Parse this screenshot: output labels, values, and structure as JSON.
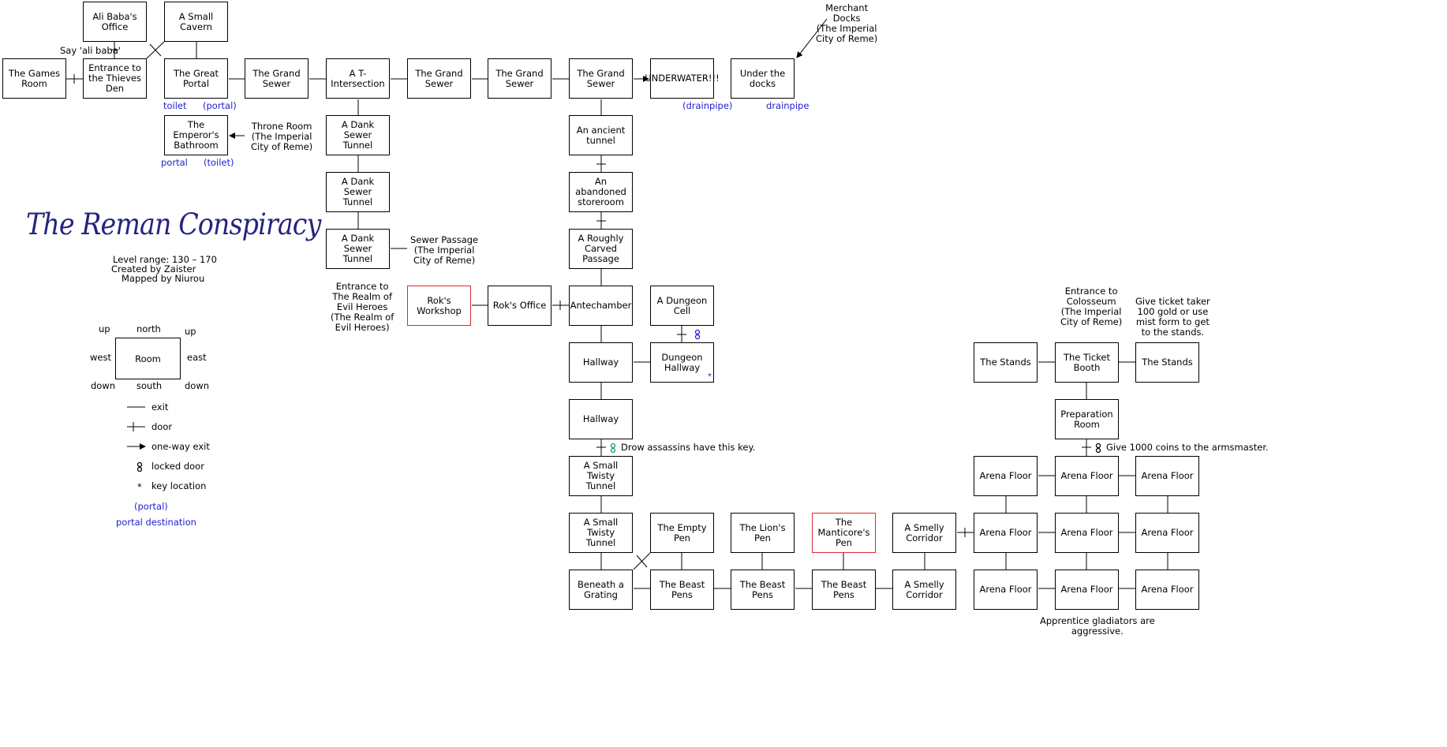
{
  "title": "The Reman Conspiracy",
  "info": {
    "level_range": "Level range: 130 – 170",
    "created_by": "Created by Zaister",
    "mapped_by": "Mapped by Niurou"
  },
  "colors": {
    "title": "#25257f",
    "portal": "#2222cc",
    "key": "#119a7a",
    "highlight": "#e0282b"
  },
  "rooms": {
    "ali_baba_office": "Ali Baba's Office",
    "small_cavern": "A Small Cavern",
    "games_room": "The Games Room",
    "thieves_den": "Entrance to the Thieves Den",
    "great_portal": "The Great Portal",
    "grand_sewer_1": "The Grand Sewer",
    "t_intersection": "A T-Intersection",
    "grand_sewer_2": "The Grand Sewer",
    "grand_sewer_3": "The Grand Sewer",
    "grand_sewer_4": "The Grand Sewer",
    "underwater": "UNDERWATER!!!",
    "under_docks": "Under the docks",
    "emperor_bathroom": "The Emperor's Bathroom",
    "dank_tunnel_1": "A Dank Sewer Tunnel",
    "dank_tunnel_2": "A Dank Sewer Tunnel",
    "dank_tunnel_3": "A Dank Sewer Tunnel",
    "ancient_tunnel": "An ancient tunnel",
    "abandoned_storeroom": "An abandoned storeroom",
    "rough_passage": "A Roughly Carved Passage",
    "rok_workshop": "Rok's Workshop",
    "rok_office": "Rok's Office",
    "antechamber": "Antechamber",
    "dungeon_cell": "A Dungeon Cell",
    "hallway_1": "Hallway",
    "dungeon_hallway": "Dungeon Hallway",
    "hallway_2": "Hallway",
    "twisty_tunnel_1": "A Small Twisty Tunnel",
    "twisty_tunnel_2": "A Small Twisty Tunnel",
    "empty_pen": "The Empty Pen",
    "lion_pen": "The Lion's Pen",
    "manticore_pen": "The Manticore's Pen",
    "smelly_corridor_1": "A Smelly Corridor",
    "beneath_grating": "Beneath a Grating",
    "beast_pens_1": "The Beast Pens",
    "beast_pens_2": "The Beast Pens",
    "beast_pens_3": "The Beast Pens",
    "smelly_corridor_2": "A Smelly Corridor",
    "stands_left": "The Stands",
    "ticket_booth": "The Ticket Booth",
    "stands_right": "The Stands",
    "preparation_room": "Preparation Room",
    "arena_1": "Arena Floor",
    "arena_2": "Arena Floor",
    "arena_3": "Arena Floor",
    "arena_4": "Arena Floor",
    "arena_5": "Arena Floor",
    "arena_6": "Arena Floor",
    "arena_7": "Arena Floor",
    "arena_8": "Arena Floor",
    "arena_9": "Arena Floor"
  },
  "notes": {
    "say_ali_baba": "Say 'ali baba'",
    "merchant_docks": "Merchant\nDocks\n(The Imperial\nCity of Reme)",
    "throne_room": "Throne Room\n(The Imperial\nCity of Reme)",
    "sewer_passage": "Sewer Passage\n(The Imperial\nCity of Reme)",
    "realm_evil_heroes": "Entrance to\nThe Realm of\nEvil Heroes\n(The Realm of\nEvil Heroes)",
    "colosseum": "Entrance to\nColosseum\n(The Imperial\nCity of Reme)",
    "ticket_taker": "Give ticket taker\n100 gold or use\nmist form to get\nto the stands.",
    "drow_key": "Drow assassins have this key.",
    "armsmaster": "Give 1000 coins to the armsmaster.",
    "gladiators": "Apprentice gladiators are\naggressive.",
    "toilet_1": "toilet",
    "portal_1": "(portal)",
    "portal_2": "portal",
    "toilet_2": "(toilet)",
    "drainpipe_1": "(drainpipe)",
    "drainpipe_2": "drainpipe",
    "key_star": "*"
  },
  "legend": {
    "up_left": "up",
    "north": "north",
    "up_right": "up",
    "west": "west",
    "room": "Room",
    "east": "east",
    "down_left": "down",
    "south": "south",
    "down_right": "down",
    "exit": "exit",
    "door": "door",
    "one_way": "one-way exit",
    "locked": "locked door",
    "key_symbol": "*",
    "key": "key location",
    "portal": "(portal)",
    "portal_dest": "portal destination"
  }
}
